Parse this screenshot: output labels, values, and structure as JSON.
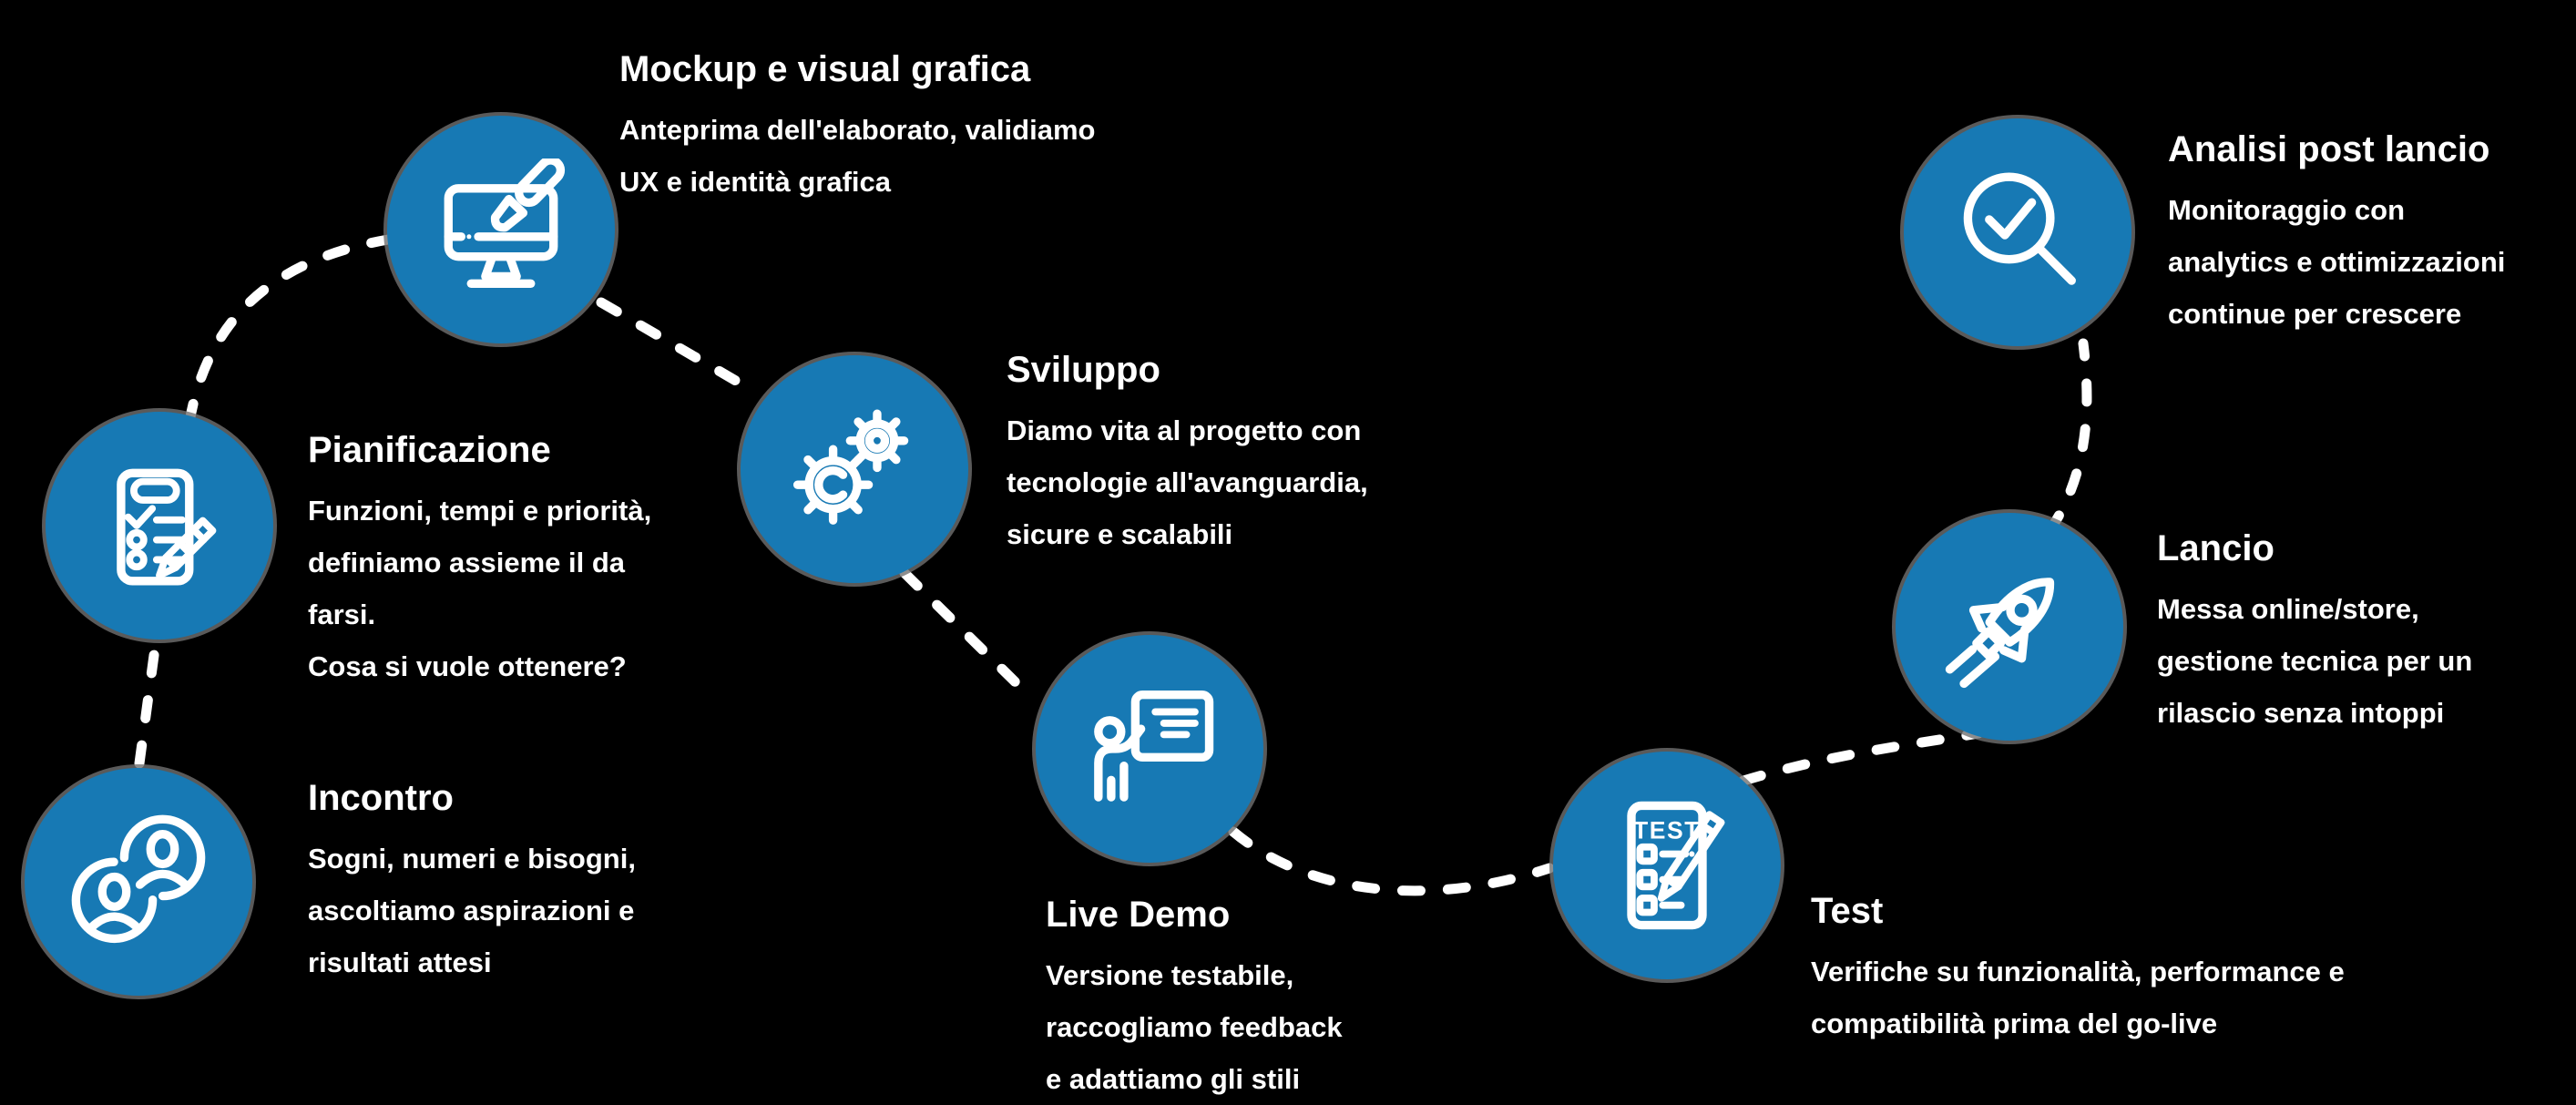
{
  "colors": {
    "background": "#000000",
    "circle_blue": "#1779b4",
    "circle_ring_gray": "#707070",
    "connector_white": "#ffffff",
    "text_white": "#ffffff"
  },
  "steps": [
    {
      "id": "incontro",
      "icon": "people-icon",
      "title": "Incontro",
      "lines": [
        "Sogni, numeri e bisogni,",
        "ascoltiamo aspirazioni e",
        "risultati attesi"
      ]
    },
    {
      "id": "pianificazione",
      "icon": "checklist-pencil-icon",
      "title": "Pianificazione",
      "lines": [
        "Funzioni, tempi e priorità,",
        "definiamo assieme il da",
        "farsi.",
        "Cosa si vuole ottenere?"
      ]
    },
    {
      "id": "mockup",
      "icon": "monitor-paintbrush-icon",
      "title": "Mockup e visual grafica",
      "lines": [
        "Anteprima dell'elaborato, validiamo",
        "UX e identità grafica"
      ]
    },
    {
      "id": "sviluppo",
      "icon": "gears-icon",
      "title": "Sviluppo",
      "lines": [
        "Diamo vita al progetto con",
        "tecnologie all'avanguardia,",
        "sicure e scalabili"
      ]
    },
    {
      "id": "livedemo",
      "icon": "presentation-icon",
      "title": "Live Demo",
      "lines": [
        "Versione testabile,",
        "raccogliamo feedback",
        "e adattiamo gli stili"
      ]
    },
    {
      "id": "test",
      "icon": "test-checklist-icon",
      "icon_label": "TEST",
      "title": "Test",
      "lines": [
        "Verifiche su funzionalità, performance e",
        "compatibilità prima del go-live"
      ]
    },
    {
      "id": "lancio",
      "icon": "rocket-icon",
      "title": "Lancio",
      "lines": [
        "Messa online/store,",
        "gestione tecnica per un",
        "rilascio senza intoppi"
      ]
    },
    {
      "id": "analisi",
      "icon": "magnifier-check-icon",
      "title": "Analisi post lancio",
      "lines": [
        "Monitoraggio con",
        "analytics e ottimizzazioni",
        "continue per crescere"
      ]
    }
  ]
}
